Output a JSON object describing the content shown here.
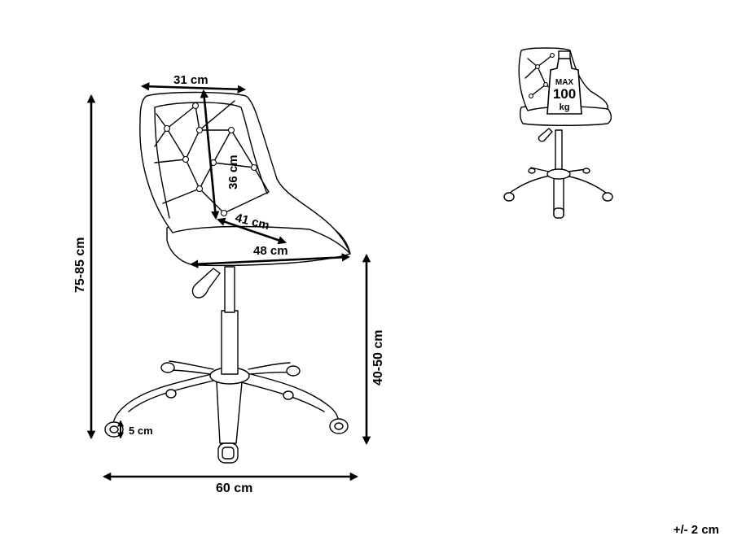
{
  "dimensions": {
    "seat_top_width": "31 cm",
    "backrest_height": "36 cm",
    "seat_depth": "41 cm",
    "seat_width": "48 cm",
    "total_height": "75-85 cm",
    "seat_height": "40-50 cm",
    "base_width": "60 cm",
    "wheel_height": "5 cm"
  },
  "load_badge": {
    "line1": "MAX",
    "line2": "100",
    "line3": "kg"
  },
  "tolerance": "+/- 2 cm"
}
